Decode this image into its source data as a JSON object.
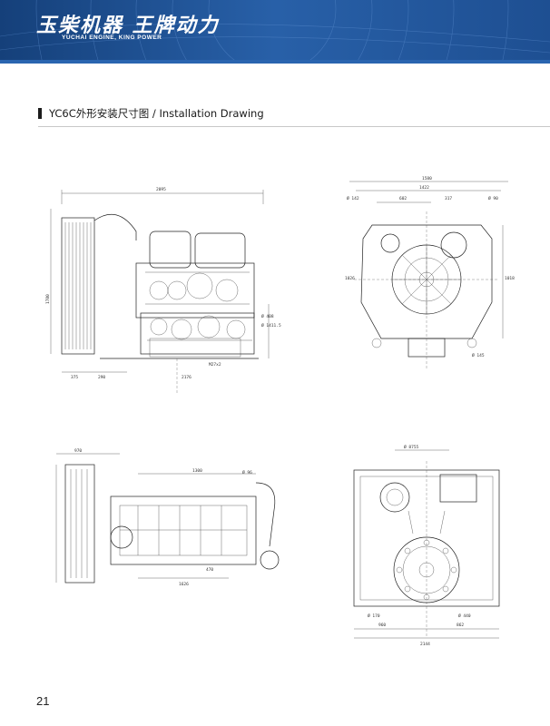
{
  "header": {
    "logo_cn": "玉柴机器 王牌动力",
    "logo_en": "YUCHAI ENGINE, KING POWER",
    "band_color": "#1f4f8f"
  },
  "section": {
    "title": "YC6C外形安装尺寸图 / Installation Drawing"
  },
  "drawings": {
    "side_view": {
      "overall_length": "2095",
      "height": "1780",
      "base_a": "375",
      "base_b": "290",
      "dims": [
        "Ø 1411.5",
        "Ø 408",
        "2176",
        "M27x2"
      ]
    },
    "front_view": {
      "overall_width": "1580",
      "inner_width": "1422",
      "dims": [
        "602",
        "317",
        "Ø 142",
        "Ø 90",
        "Ø 145",
        "1018",
        "1026"
      ]
    },
    "top_view": {
      "overall_width": "1300",
      "dims": [
        "970",
        "470",
        "1626",
        "Ø 96"
      ]
    },
    "rear_view": {
      "overall_width": "2144",
      "left_part": "960",
      "right_part": "862",
      "dims": [
        "Ø 170",
        "Ø 8755",
        "Ø 440"
      ]
    }
  },
  "footer": {
    "page_number": "21"
  }
}
